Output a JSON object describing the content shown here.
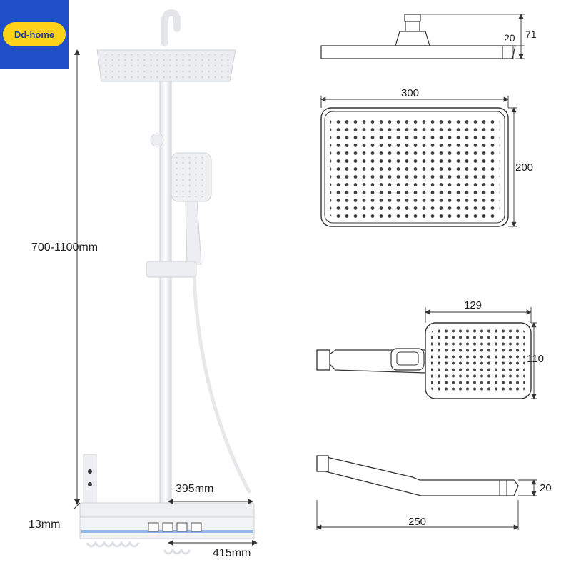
{
  "brand": {
    "logo_text": "Dd-home"
  },
  "dimensions": {
    "pipe_height": "700-1100mm",
    "shelf_inner_width": "395mm",
    "shelf_outer_width": "415mm",
    "shelf_depth": "13mm",
    "head_side_total": "71",
    "head_side_thickness": "20",
    "head_width": "300",
    "head_depth": "200",
    "hand_head_width": "129",
    "hand_head_height": "110",
    "hand_side_thickness": "20",
    "hand_length": "250"
  },
  "colors": {
    "logo_bg": "#1f4ec8",
    "logo_pill": "#ffd21a",
    "product": "#eeeff1",
    "line": "#333333"
  }
}
